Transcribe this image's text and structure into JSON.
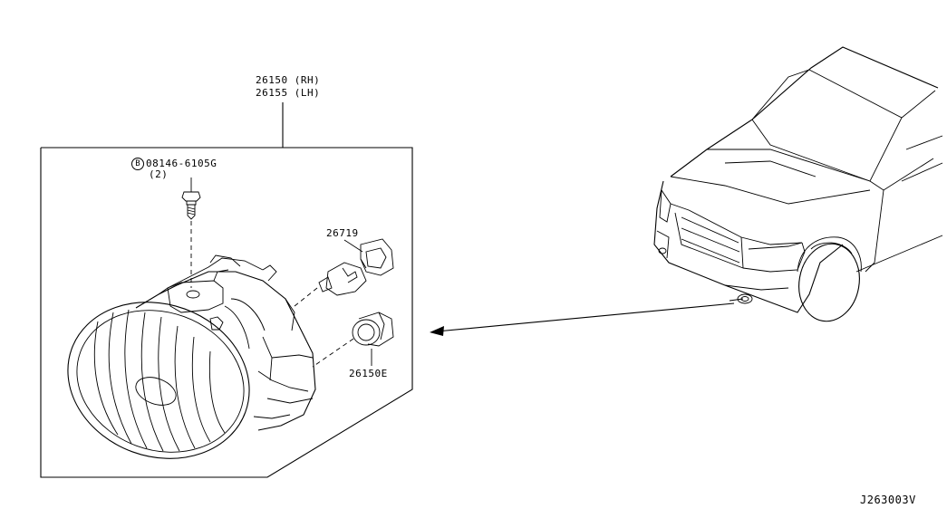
{
  "labels": {
    "assembly_rh": "26150 (RH)",
    "assembly_lh": "26155 (LH)",
    "bolt_code": "08146-6105G",
    "bolt_qty": "(2)",
    "bolt_symbol": "B",
    "bulb": "26719",
    "socket": "26150E",
    "diagram_id": "J263003V"
  }
}
